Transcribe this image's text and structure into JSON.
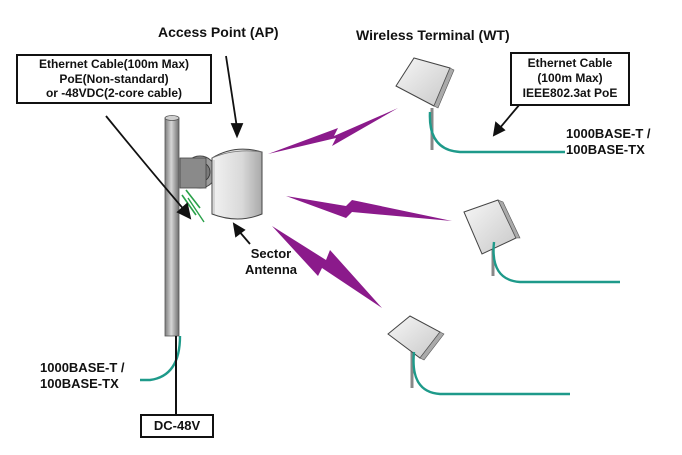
{
  "labels": {
    "access_point": "Access Point (AP)",
    "wireless_terminal": "Wireless Terminal (WT)",
    "sector_antenna_line1": "Sector",
    "sector_antenna_line2": "Antenna",
    "wt_port_line1": "1000BASE-T /",
    "wt_port_line2": "100BASE-TX",
    "ap_port_line1": "1000BASE-T /",
    "ap_port_line2": "100BASE-TX"
  },
  "callouts": {
    "ap_cable": {
      "line1": "Ethernet Cable(100m Max)",
      "line2": "PoE(Non-standard)",
      "line3": "or -48VDC(2-core cable)"
    },
    "wt_cable": {
      "line1": "Ethernet Cable",
      "line2": "(100m Max)",
      "line3": "IEEE802.3at PoE"
    },
    "power": "DC-48V"
  },
  "colors": {
    "cable": "#1e9a8a",
    "wireless_link": "#8b1a8b",
    "pole": "#9a9a9a",
    "outline": "#111111"
  }
}
